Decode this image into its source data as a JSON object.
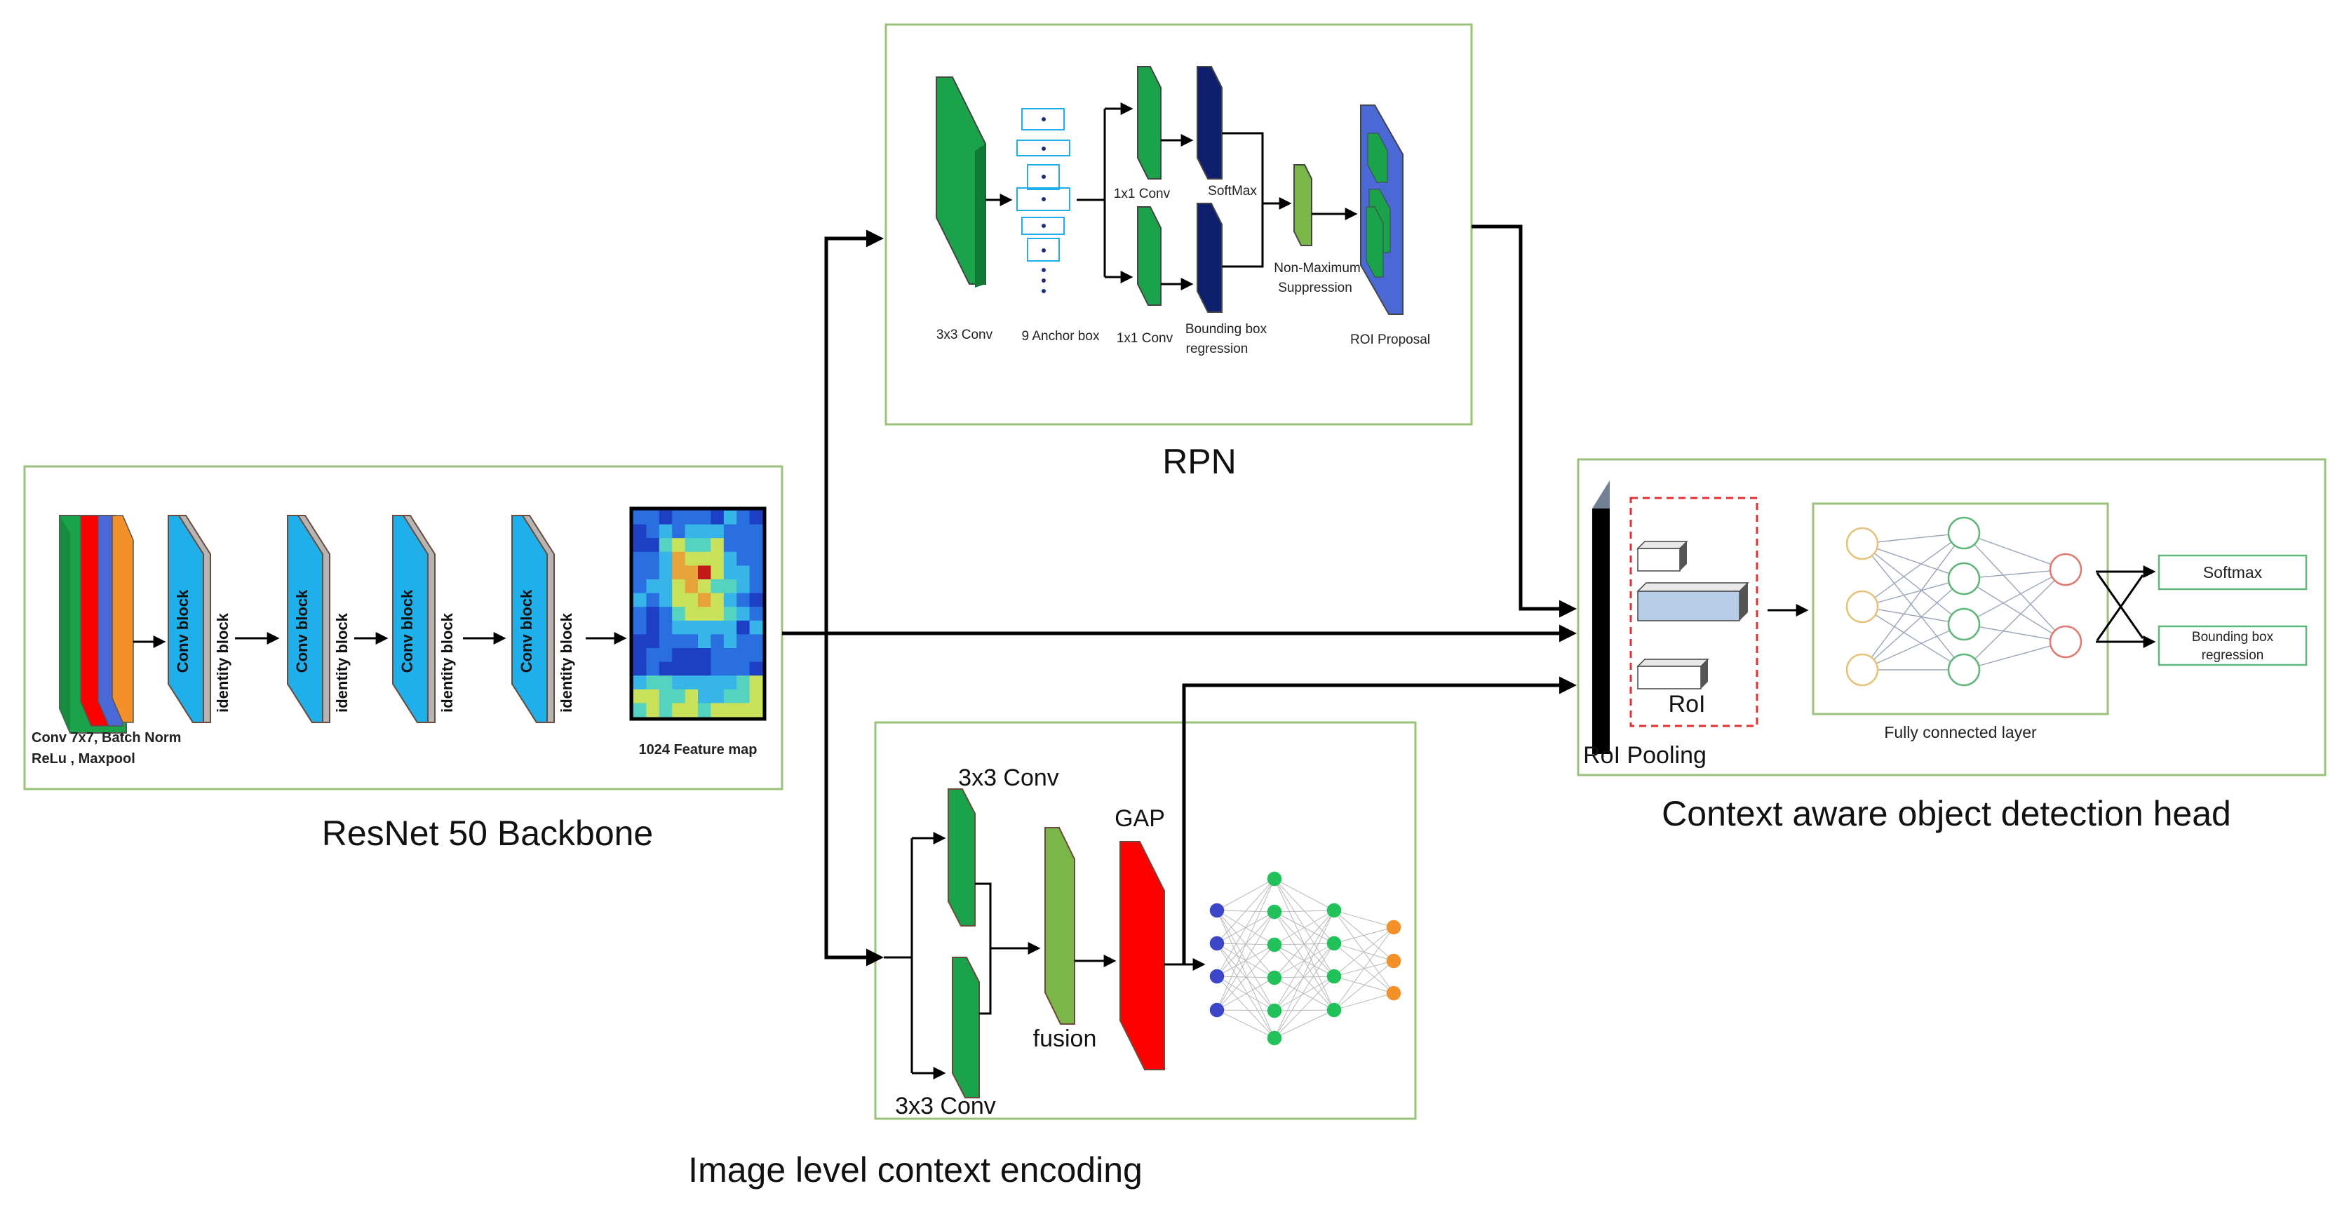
{
  "colors": {
    "panel_border": "#9bc27a",
    "conv_green": "#1aa34a",
    "light_blue": "#1fb0ec",
    "dark_navy": "#0e1f6e",
    "red_block": "#ff0000",
    "light_green": "#7ab648",
    "roi_blue": "#4a68d6",
    "node_yellow": "#e5c27a",
    "node_green": "#5fb67a",
    "node_red": "#e07a70",
    "net_blue": "#3b47c8",
    "net_green": "#22c25a",
    "net_orange": "#f39028"
  },
  "backbone": {
    "title": "ResNet 50 Backbone",
    "stem_label_1": "Conv 7x7,  Batch Norm",
    "stem_label_2": "ReLu , Maxpool",
    "conv_block": "Conv block",
    "identity_block": "identity block",
    "feature_map_label": "1024 Feature map"
  },
  "rpn": {
    "title": "RPN",
    "conv3x3": "3x3 Conv",
    "anchor": "9 Anchor box",
    "conv1x1_top": "1x1 Conv",
    "conv1x1_bottom": "1x1 Conv",
    "softmax": "SoftMax",
    "bbox_1": "Bounding box",
    "bbox_2": "regression",
    "nms_1": "Non-Maximum",
    "nms_2": "Suppression",
    "roi_proposal": "ROI Proposal"
  },
  "context": {
    "title": "Image level context encoding",
    "conv_top": "3x3 Conv",
    "conv_bottom": "3x3 Conv",
    "fusion": "fusion",
    "gap": "GAP"
  },
  "head": {
    "title": "Context aware object detection head",
    "roi": "RoI",
    "roi_pooling": "RoI Pooling",
    "fc_layer": "Fully connected layer",
    "softmax": "Softmax",
    "bbox_1": "Bounding box",
    "bbox_2": "regression"
  }
}
